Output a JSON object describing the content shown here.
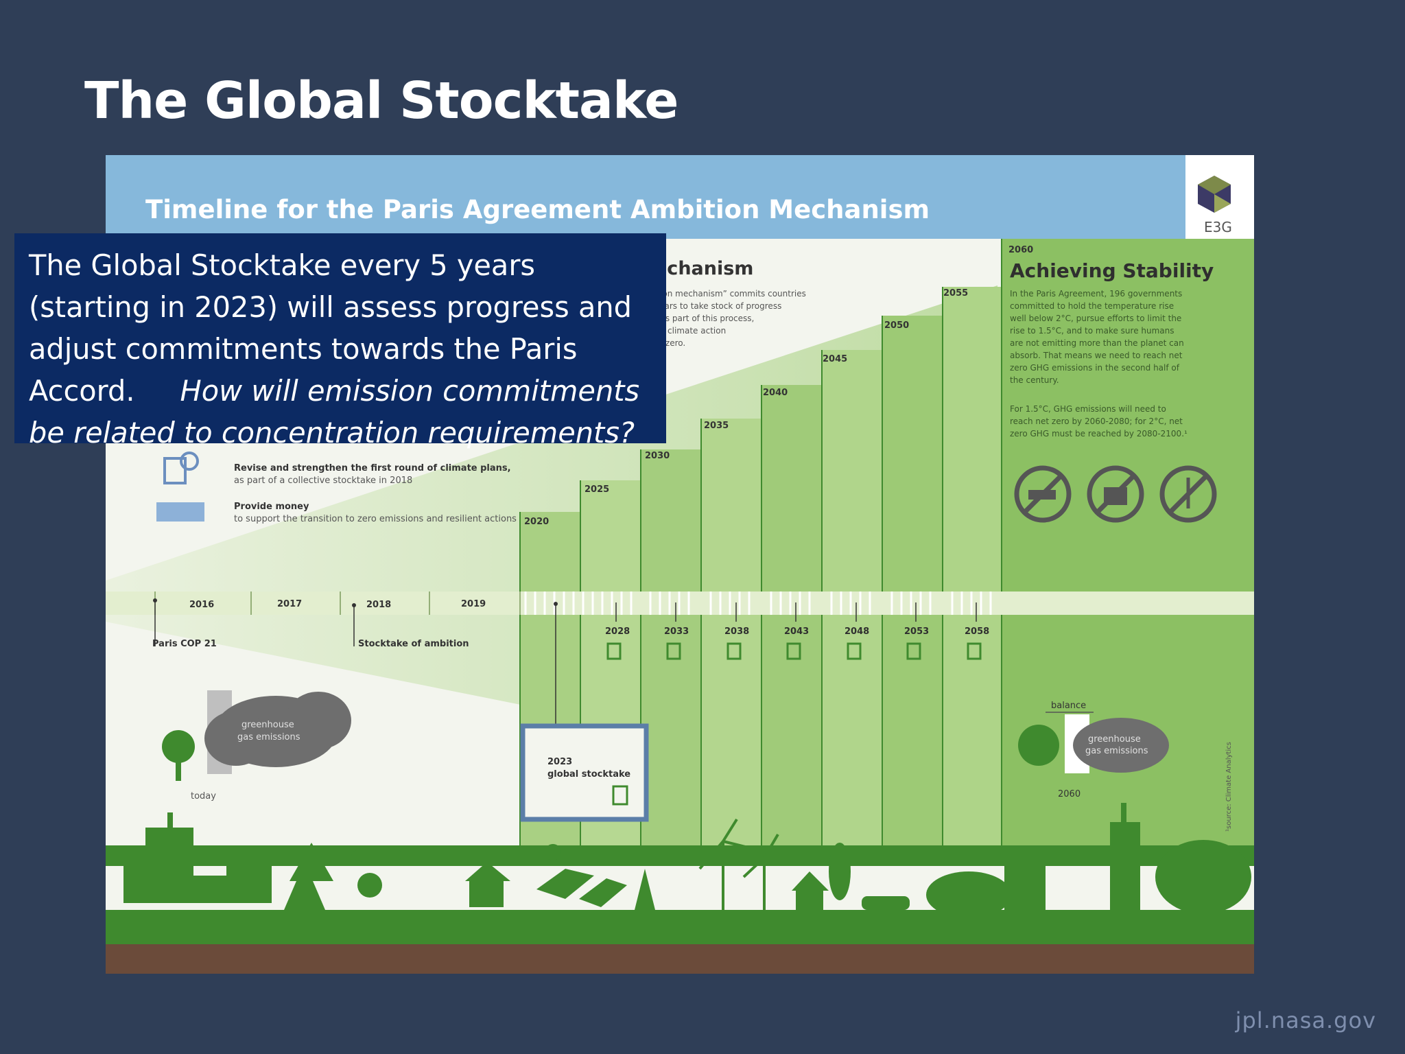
{
  "slide": {
    "title": "The Global Stocktake",
    "footer_url": "jpl.nasa.gov"
  },
  "overlay": {
    "text_plain": "The  Global Stocktake every 5 years (starting in 2023) will assess progress and adjust commitments towards the Paris Accord.",
    "text_italic": "How will emission commitments be related to concentration requirements?"
  },
  "infographic": {
    "header_title": "Timeline for the Paris Agreement Ambition Mechanism",
    "logo_text": "E3G",
    "mechanism_heading": "echanism",
    "mechanism_body": [
      "ition mechanism” commits countries",
      "years to take stock of progress",
      ". As part of this process,",
      "up climate action",
      "et zero."
    ],
    "actions": [
      {
        "bold": "Revise and strengthen the first round of climate plans,",
        "rest": "as part of a collective stocktake in 2018"
      },
      {
        "bold": "Provide money",
        "rest": "to support the transition to zero emissions and resilient actions"
      }
    ],
    "timeline_years_left": [
      "2016",
      "2017",
      "2018",
      "2019"
    ],
    "events": {
      "paris": "Paris COP 21",
      "stocktake_ambition": "Stocktake of ambition",
      "stocktake_2023_year": "2023",
      "stocktake_2023_label": "global stocktake"
    },
    "step_years": [
      "2020",
      "2025",
      "2030",
      "2035",
      "2040",
      "2045",
      "2050",
      "2055",
      "2060"
    ],
    "stocktake_years": [
      "2028",
      "2033",
      "2038",
      "2043",
      "2048",
      "2053",
      "2058"
    ],
    "cloud_left": [
      "greenhouse",
      "gas emissions"
    ],
    "cloud_right": [
      "greenhouse",
      "gas emissions"
    ],
    "today_label": "today",
    "balance_label": "balance",
    "year_2060_label": "2060",
    "stability": {
      "title": "Achieving Stability",
      "para1": [
        "In the Paris Agreement, 196 governments",
        "committed to hold the temperature rise",
        "well below 2°C, pursue efforts to limit the",
        "rise to 1.5°C, and to make sure humans",
        "are not emitting more than the planet can",
        "absorb. That means we need to reach net",
        "zero GHG emissions in the second half of",
        "the century."
      ],
      "para2": [
        "For 1.5°C, GHG emissions will need to",
        "reach net zero by 2060-2080; for 2°C, net",
        "zero GHG must be reached by 2080-2100.¹"
      ]
    },
    "source_note": "¹source: Climate Analytics",
    "colors": {
      "header": "#86b8db",
      "green_light": "#b9d99a",
      "green_mid": "#8cc063",
      "green_dark": "#3f8a2e",
      "ground": "#6b4b3a",
      "highlight_frame": "#5b7ea8",
      "overlay_bg": "#0c2a63"
    }
  }
}
